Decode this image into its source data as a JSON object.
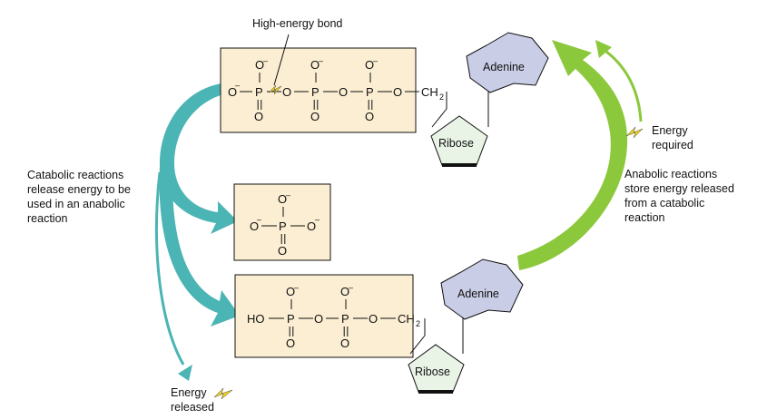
{
  "labels": {
    "high_energy_bond": "High-energy bond",
    "catabolic": [
      "Catabolic reactions",
      "release energy to be",
      "used in an anabolic",
      "reaction"
    ],
    "anabolic": [
      "Anabolic reactions",
      "store energy released",
      "from a catabolic",
      "reaction"
    ],
    "energy_required": [
      "Energy",
      "required"
    ],
    "energy_released": [
      "Energy",
      "released"
    ]
  },
  "molecules": {
    "adenine": "Adenine",
    "ribose": "Ribose"
  },
  "atoms": {
    "O": "O",
    "P": "P",
    "HO": "HO",
    "CH": "CH",
    "sub2": "2",
    "minus": "–"
  },
  "colors": {
    "box_fill": "#fbeed3",
    "teal": "#4bb4b4",
    "green": "#8cc83c",
    "adenine_fill": "#c9cde6",
    "ribose_fill": "#e9f3e6",
    "lightning": "#f2d21e"
  }
}
